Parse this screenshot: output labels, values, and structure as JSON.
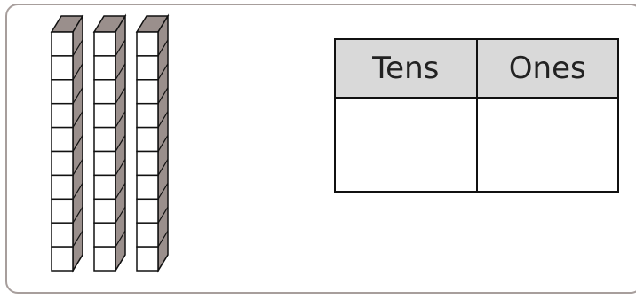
{
  "figure": {
    "rods": {
      "count": 3,
      "units_per_rod": 10
    },
    "place_value_table": {
      "headers": [
        "Tens",
        "Ones"
      ],
      "values": [
        "",
        ""
      ]
    },
    "colors": {
      "rod_side": "#9a8f8c",
      "frame_border": "#a79e9c",
      "header_fill": "#d9d9d9"
    }
  }
}
